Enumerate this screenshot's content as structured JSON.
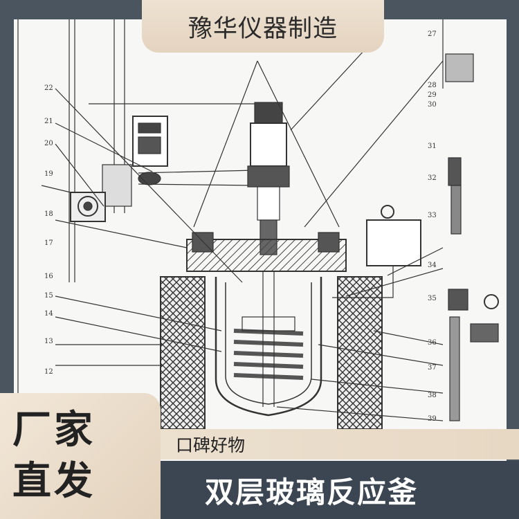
{
  "brand": "豫华仪器制造",
  "badge": {
    "line1": "厂家",
    "line2": "直发"
  },
  "tagline": "口碑好物",
  "product_title": "双层玻璃反应釜",
  "part_numbers": [
    "12",
    "13",
    "14",
    "15",
    "16",
    "17",
    "18",
    "19",
    "20",
    "21",
    "22",
    "27",
    "28",
    "29",
    "30",
    "31",
    "32",
    "33",
    "34",
    "35",
    "36",
    "37",
    "38",
    "39"
  ],
  "colors": {
    "background": "#4b5560",
    "banner": "#e8dac6",
    "bottom_bar": "#3c4652",
    "drawing_line": "#333333"
  }
}
